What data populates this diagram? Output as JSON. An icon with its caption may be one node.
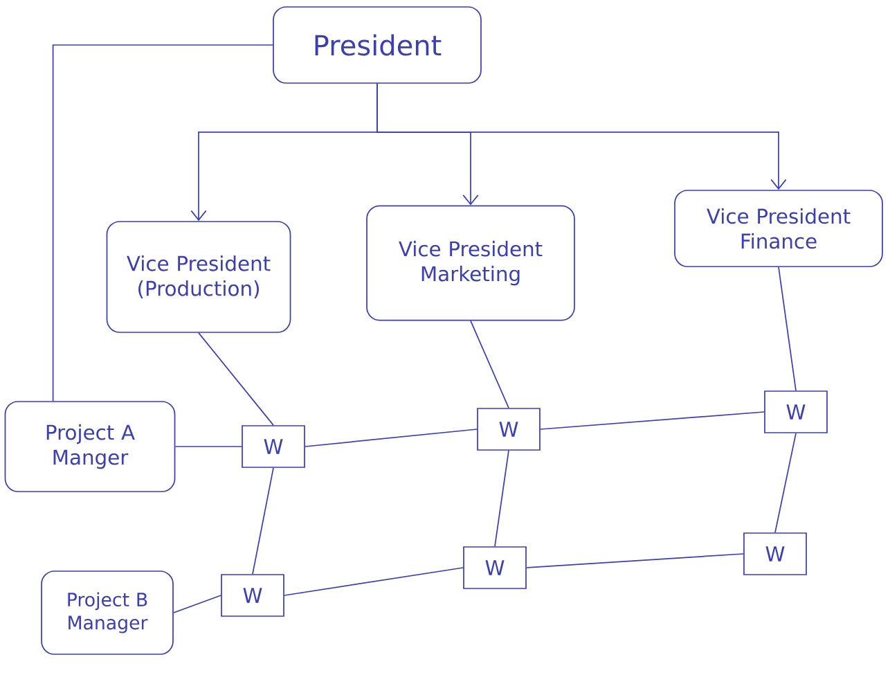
{
  "diagram": {
    "nodes": [
      {
        "text": [
          "President"
        ]
      },
      {
        "text": [
          "Vice President (Production)"
        ]
      },
      {
        "text": [
          "Vice President Marketing"
        ]
      },
      {
        "text": [
          "Vice President Finance"
        ]
      },
      {
        "text": [
          "Project A Manger"
        ]
      },
      {
        "text": [
          "W"
        ]
      },
      {
        "text": [
          "W"
        ]
      },
      {
        "text": [
          "W"
        ]
      },
      {
        "text": [
          "Project B Manager"
        ]
      },
      {
        "text": [
          "W"
        ]
      },
      {
        "text": [
          "W"
        ]
      },
      {
        "text": [
          "W"
        ]
      }
    ],
    "edges": [
      {
        "from": 0,
        "to": 1,
        "arrow": "to"
      },
      {
        "from": 0,
        "to": 2,
        "arrow": "to"
      },
      {
        "from": 0,
        "to": 3,
        "arrow": "to"
      },
      {
        "from": 0,
        "to": 4,
        "arrow": "none"
      },
      {
        "from": 1,
        "to": 5,
        "arrow": "none"
      },
      {
        "from": 2,
        "to": 6,
        "arrow": "none"
      },
      {
        "from": 3,
        "to": 7,
        "arrow": "none"
      },
      {
        "from": 4,
        "to": 5,
        "arrow": "none"
      },
      {
        "from": 5,
        "to": 6,
        "arrow": "none"
      },
      {
        "from": 6,
        "to": 7,
        "arrow": "none"
      },
      {
        "from": 5,
        "to": 9,
        "arrow": "none"
      },
      {
        "from": 6,
        "to": 10,
        "arrow": "none"
      },
      {
        "from": 7,
        "to": 11,
        "arrow": "none"
      },
      {
        "from": 8,
        "to": 9,
        "arrow": "none"
      },
      {
        "from": 9,
        "to": 10,
        "arrow": "none"
      },
      {
        "from": 10,
        "to": 11,
        "arrow": "none"
      }
    ]
  }
}
